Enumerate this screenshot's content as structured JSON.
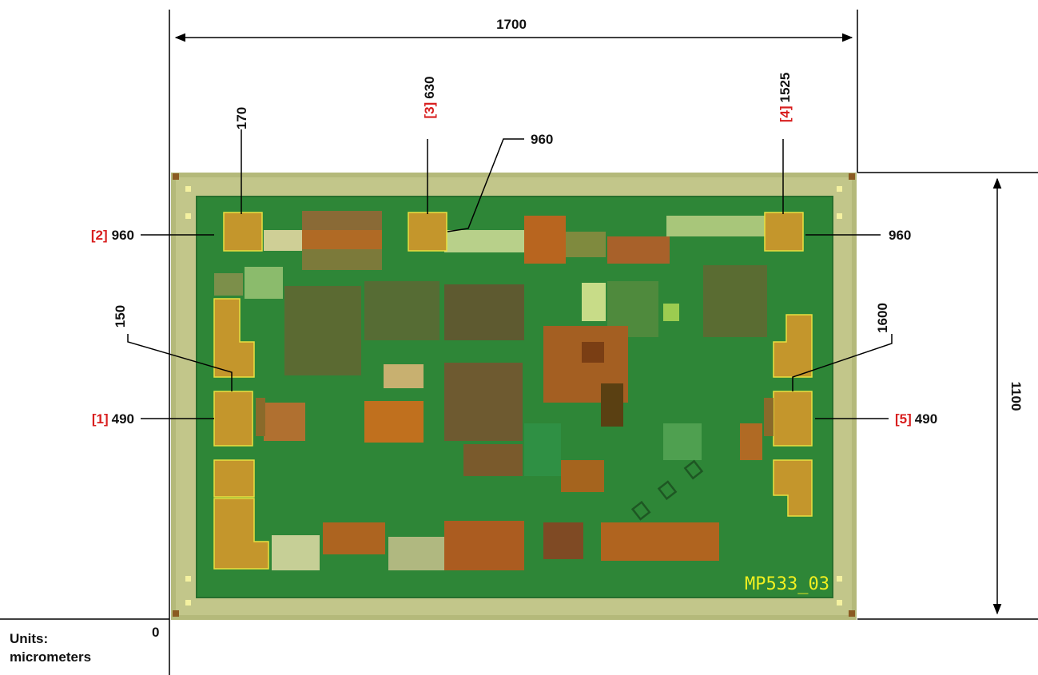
{
  "dimensions": {
    "width": "1700",
    "height": "1100",
    "origin": "0"
  },
  "units": {
    "label": "Units:",
    "value": "micrometers"
  },
  "chip_label": "MP533_03",
  "watermark": "...",
  "pads": [
    {
      "num": "[1]",
      "coord": "490"
    },
    {
      "num": "[2]",
      "coord": "960"
    },
    {
      "num": "[3]",
      "coord": "630"
    },
    {
      "num": "[4]",
      "coord": "1525"
    },
    {
      "num": "[5]",
      "coord": "490"
    }
  ],
  "callouts": {
    "pad2_x": "170",
    "pad3_y": "960",
    "pad4_y": "960",
    "pad1_x": "150",
    "pad5_x": "1600"
  },
  "colors": {
    "chip_border": "#b6ba7c",
    "chip_inner": "#2f8a38",
    "pad_gold": "#c4962c",
    "pad_number": "#d81e1e",
    "chip_label": "#f0f020"
  }
}
